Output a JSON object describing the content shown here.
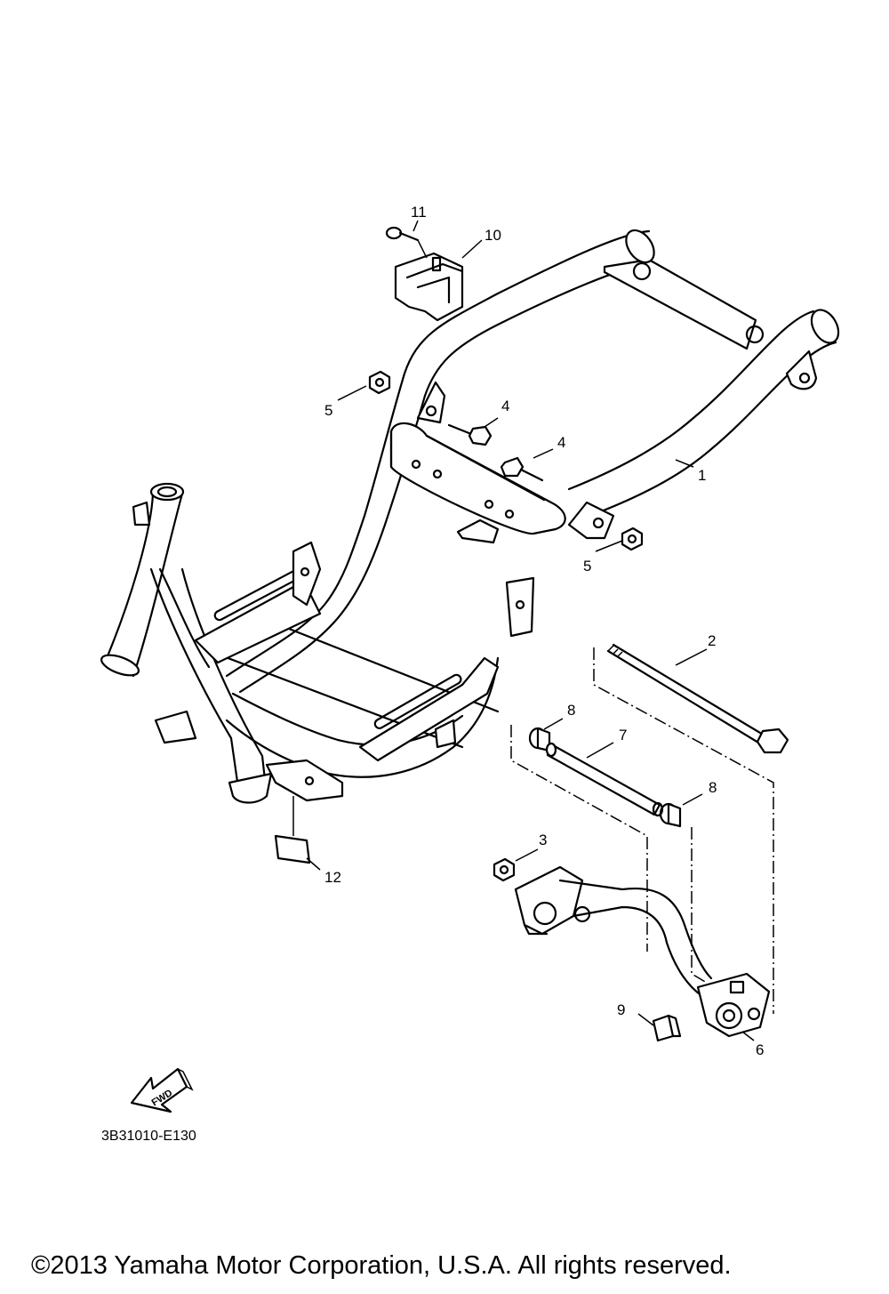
{
  "diagram": {
    "callouts": [
      {
        "id": "c1",
        "label": "1"
      },
      {
        "id": "c2",
        "label": "2"
      },
      {
        "id": "c3",
        "label": "3"
      },
      {
        "id": "c4a",
        "label": "4"
      },
      {
        "id": "c4b",
        "label": "4"
      },
      {
        "id": "c5a",
        "label": "5"
      },
      {
        "id": "c5b",
        "label": "5"
      },
      {
        "id": "c6",
        "label": "6"
      },
      {
        "id": "c7",
        "label": "7"
      },
      {
        "id": "c8a",
        "label": "8"
      },
      {
        "id": "c8b",
        "label": "8"
      },
      {
        "id": "c9",
        "label": "9"
      },
      {
        "id": "c10",
        "label": "10"
      },
      {
        "id": "c11",
        "label": "11"
      },
      {
        "id": "c12",
        "label": "12"
      }
    ],
    "fwd_label": "FWD",
    "figure_code": "3B31010-E130",
    "copyright": "©2013 Yamaha Motor Corporation, U.S.A. All rights reserved."
  }
}
